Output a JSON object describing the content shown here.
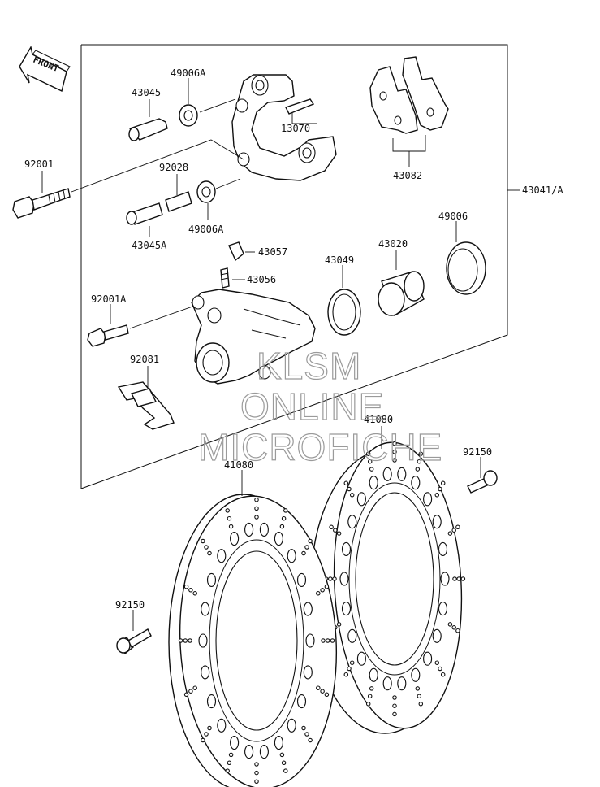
{
  "front_arrow": {
    "text": "FRONT"
  },
  "assembly_label": "43041/A",
  "parts": {
    "p43045": "43045",
    "p49006A_top": "49006A",
    "p13070": "13070",
    "p43082": "43082",
    "p92001": "92001",
    "p92028": "92028",
    "p49006A_mid": "49006A",
    "p43045A": "43045A",
    "p43057": "43057",
    "p43056": "43056",
    "p92001A": "92001A",
    "p43049": "43049",
    "p43020": "43020",
    "p49006": "49006",
    "p92081": "92081",
    "p41080_right": "41080",
    "p41080_left": "41080",
    "p92150_right": "92150",
    "p92150_left": "92150"
  },
  "watermark": {
    "line1": "KLSM",
    "line2": "ONLINE",
    "line3": "MICROFICHE"
  }
}
